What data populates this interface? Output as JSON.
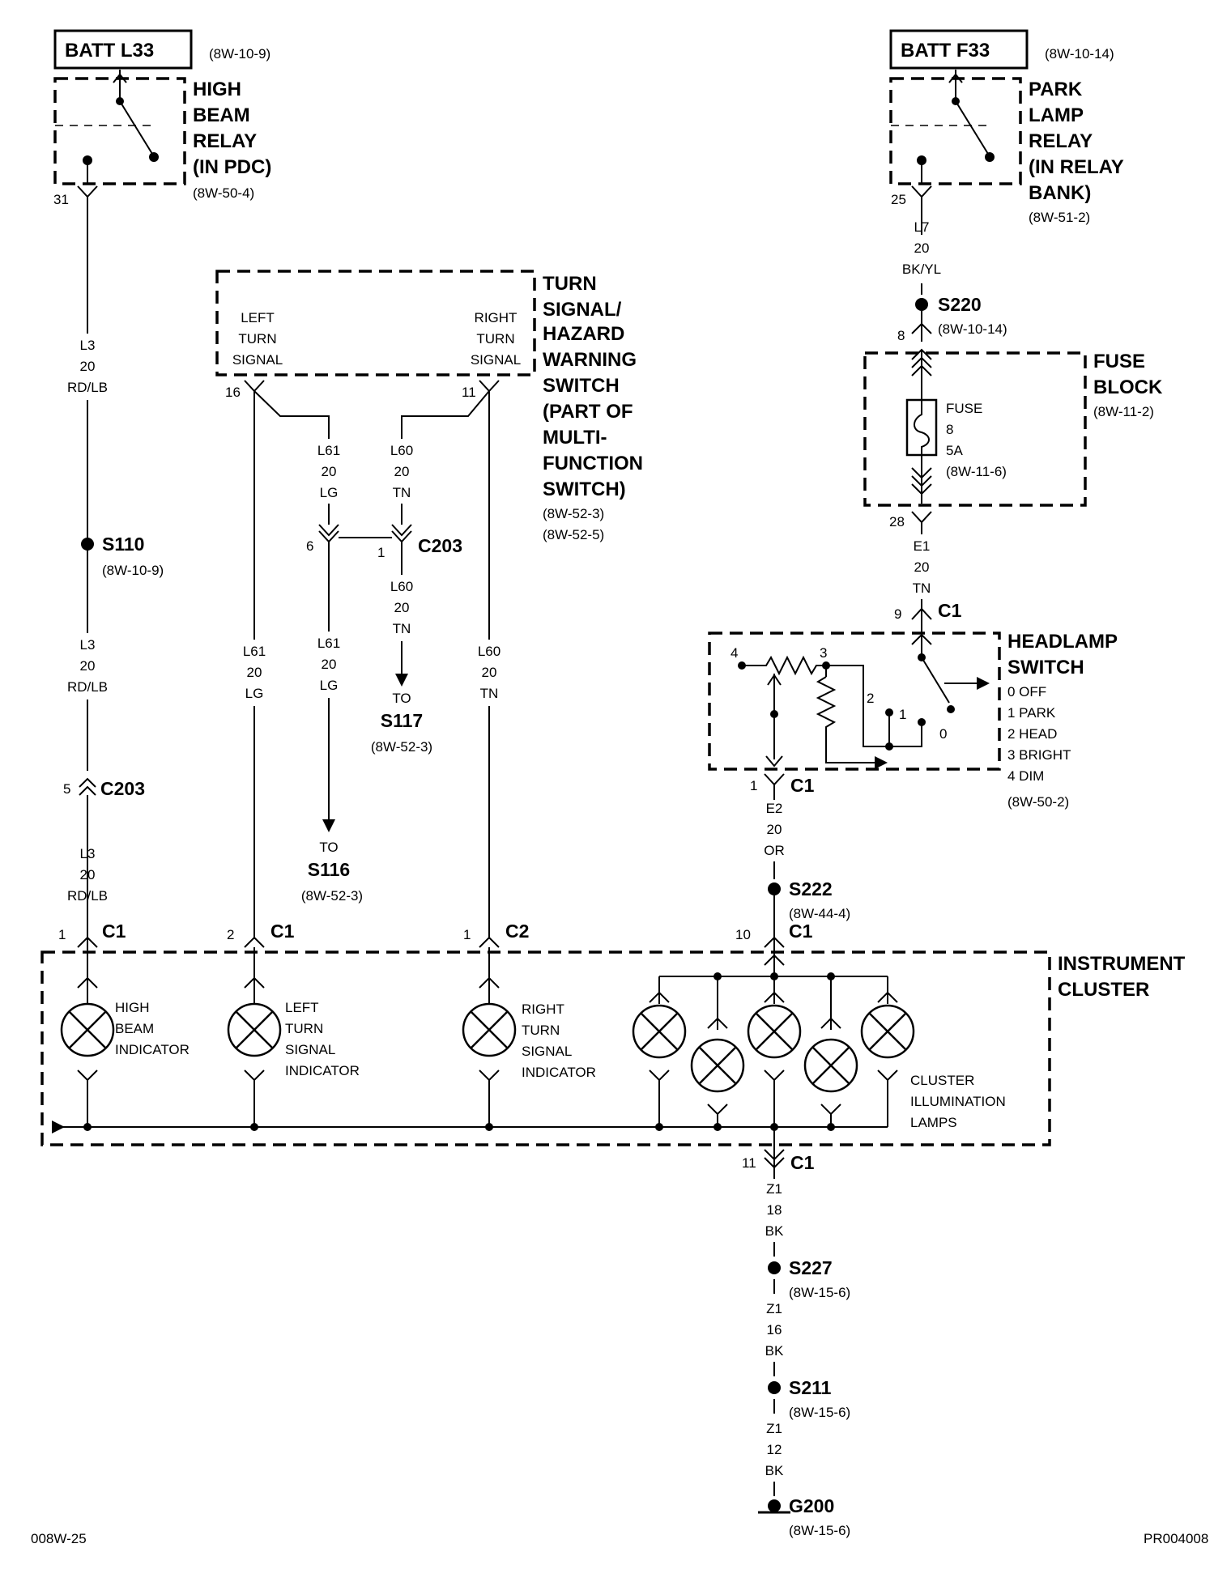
{
  "batt_l33": {
    "label": "BATT L33",
    "ref": "(8W-10-9)"
  },
  "high_beam_relay": {
    "lines": [
      "HIGH",
      "BEAM",
      "RELAY",
      "(IN PDC)"
    ],
    "ref": "(8W-50-4)",
    "pin": "31"
  },
  "wire_l3_a": {
    "circuit": "L3",
    "gauge": "20",
    "color": "RD/LB"
  },
  "s110": {
    "label": "S110",
    "ref": "(8W-10-9)"
  },
  "wire_l3_b": {
    "circuit": "L3",
    "gauge": "20",
    "color": "RD/LB"
  },
  "c203_left": {
    "pin": "5",
    "label": "C203"
  },
  "wire_l3_c": {
    "circuit": "L3",
    "gauge": "20",
    "color": "RD/LB"
  },
  "turn_switch": {
    "left": [
      "LEFT",
      "TURN",
      "SIGNAL"
    ],
    "right": [
      "RIGHT",
      "TURN",
      "SIGNAL"
    ],
    "title": [
      "TURN",
      "SIGNAL/",
      "HAZARD",
      "WARNING",
      "SWITCH",
      "(PART OF",
      "MULTI-",
      "FUNCTION",
      "SWITCH)"
    ],
    "refs": [
      "(8W-52-3)",
      "(8W-52-5)"
    ],
    "pin_left": "16",
    "pin_right": "11"
  },
  "wire_l61_top": {
    "circuit": "L61",
    "gauge": "20",
    "color": "LG"
  },
  "wire_l60_top": {
    "circuit": "L60",
    "gauge": "20",
    "color": "TN"
  },
  "c203_mid": {
    "pin_left": "6",
    "pin_right": "1",
    "label": "C203"
  },
  "wire_l60_mid": {
    "circuit": "L60",
    "gauge": "20",
    "color": "TN"
  },
  "to_s117": {
    "to": "TO",
    "label": "S117",
    "ref": "(8W-52-3)"
  },
  "wire_l61_left": {
    "circuit": "L61",
    "gauge": "20",
    "color": "LG"
  },
  "wire_l61_mid": {
    "circuit": "L61",
    "gauge": "20",
    "color": "LG"
  },
  "wire_l60_right": {
    "circuit": "L60",
    "gauge": "20",
    "color": "TN"
  },
  "to_s116": {
    "to": "TO",
    "label": "S116",
    "ref": "(8W-52-3)"
  },
  "batt_f33": {
    "label": "BATT F33",
    "ref": "(8W-10-14)"
  },
  "park_lamp_relay": {
    "lines": [
      "PARK",
      "LAMP",
      "RELAY",
      "(IN RELAY",
      "BANK)"
    ],
    "ref": "(8W-51-2)",
    "pin": "25"
  },
  "wire_l7": {
    "circuit": "L7",
    "gauge": "20",
    "color": "BK/YL"
  },
  "s220": {
    "label": "S220",
    "ref": "(8W-10-14)",
    "pin": "8"
  },
  "fuse_block": {
    "lines": [
      "FUSE",
      "BLOCK"
    ],
    "ref": "(8W-11-2)",
    "fuse": [
      "FUSE",
      "8",
      "5A",
      "(8W-11-6)"
    ],
    "pin_out": "28"
  },
  "wire_e1": {
    "circuit": "E1",
    "gauge": "20",
    "color": "TN"
  },
  "headlamp_switch": {
    "pin_in": "9",
    "conn_in": "C1",
    "lines": [
      "HEADLAMP",
      "SWITCH"
    ],
    "positions": [
      "0 OFF",
      "1 PARK",
      "2 HEAD",
      "3 BRIGHT",
      "4 DIM"
    ],
    "ref": "(8W-50-2)",
    "terminal_labels": [
      "4",
      "3",
      "2",
      "1",
      "0"
    ],
    "pin_out": "1",
    "conn_out": "C1"
  },
  "wire_e2": {
    "circuit": "E2",
    "gauge": "20",
    "color": "OR"
  },
  "s222": {
    "label": "S222",
    "ref": "(8W-44-4)"
  },
  "cluster_connectors": [
    {
      "pin": "1",
      "label": "C1"
    },
    {
      "pin": "2",
      "label": "C1"
    },
    {
      "pin": "1",
      "label": "C2"
    },
    {
      "pin": "10",
      "label": "C1"
    }
  ],
  "instrument_cluster": {
    "lines": [
      "INSTRUMENT",
      "CLUSTER"
    ],
    "high_beam": [
      "HIGH",
      "BEAM",
      "INDICATOR"
    ],
    "left_turn": [
      "LEFT",
      "TURN",
      "SIGNAL",
      "INDICATOR"
    ],
    "right_turn": [
      "RIGHT",
      "TURN",
      "SIGNAL",
      "INDICATOR"
    ],
    "illumination": [
      "CLUSTER",
      "ILLUMINATION",
      "LAMPS"
    ],
    "ground_pin": "11",
    "ground_conn": "C1"
  },
  "wire_z1_18": {
    "circuit": "Z1",
    "gauge": "18",
    "color": "BK"
  },
  "s227": {
    "label": "S227",
    "ref": "(8W-15-6)"
  },
  "wire_z1_16": {
    "circuit": "Z1",
    "gauge": "16",
    "color": "BK"
  },
  "s211": {
    "label": "S211",
    "ref": "(8W-15-6)"
  },
  "wire_z1_12": {
    "circuit": "Z1",
    "gauge": "12",
    "color": "BK"
  },
  "g200": {
    "label": "G200",
    "ref": "(8W-15-6)"
  },
  "footer": {
    "left": "008W-25",
    "right": "PR004008"
  }
}
